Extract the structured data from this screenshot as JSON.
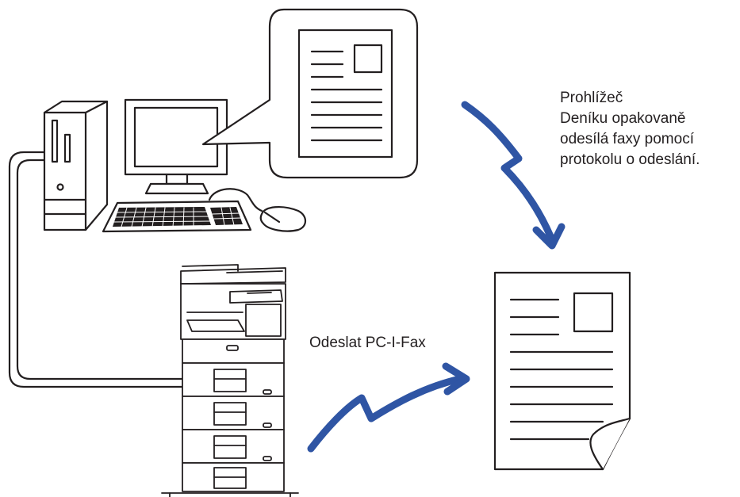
{
  "annotations": {
    "logbook_lines": [
      "Prohlížeč",
      "Deníku opakovaně",
      "odesílá faxy pomocí",
      "protokolu o odeslání."
    ],
    "send_label": "Odeslat PC-I-Fax"
  },
  "colors": {
    "arrow": "#2f55a4",
    "line": "#231f20",
    "background": "#ffffff"
  },
  "icons": {
    "computer": "desktop-computer-icon",
    "document_on_screen": "document-icon",
    "mfp": "multifunction-printer-icon",
    "output_document": "fax-document-icon"
  }
}
